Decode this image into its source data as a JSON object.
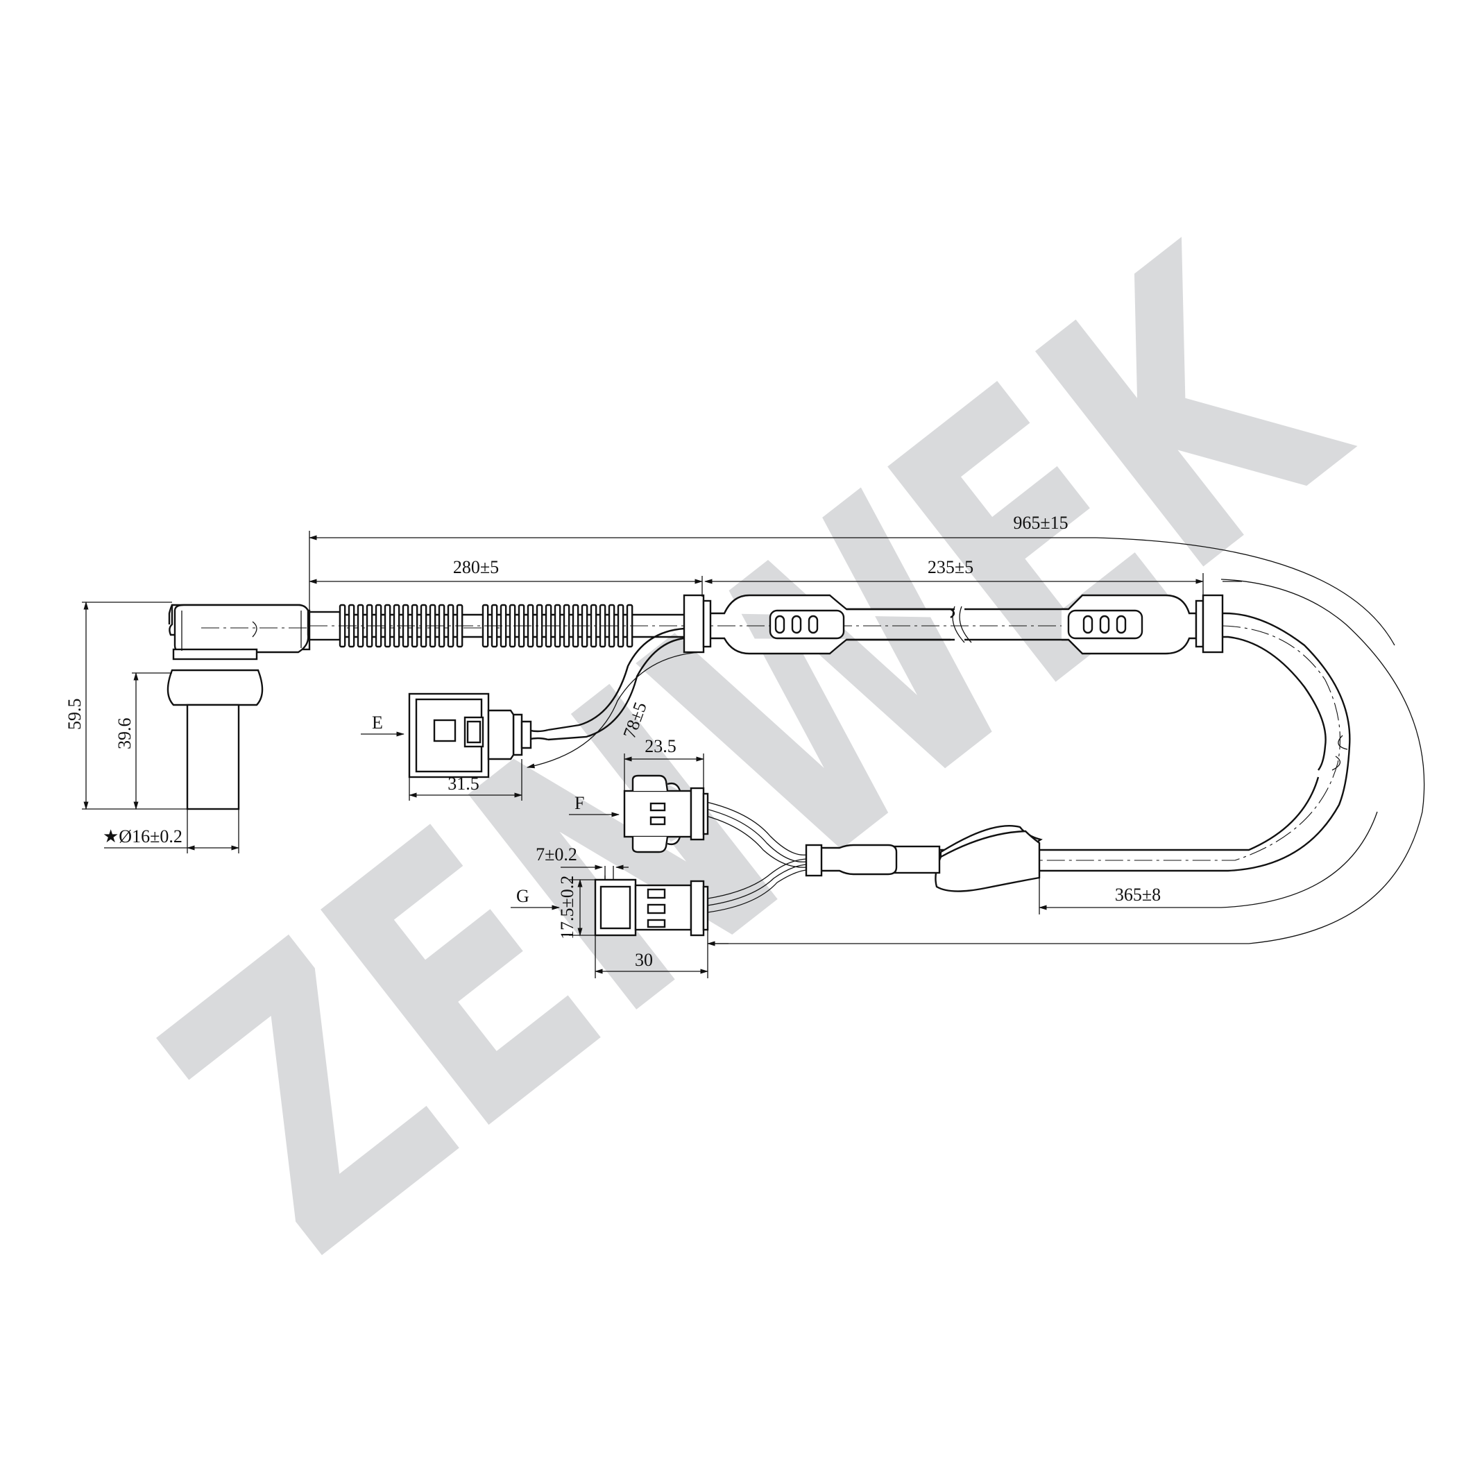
{
  "watermark": {
    "text": "ZENWEK",
    "color": "#d9dadc"
  },
  "line_color": "#111111",
  "dimensions": {
    "overall_length": "965±15",
    "sensor_to_clip": "280±5",
    "grommet_span": "235±5",
    "connector_e_branch": "78±5",
    "connector_e_length": "31.5",
    "connector_f_length": "23.5",
    "connector_g_length": "30",
    "connector_g_height": "17.5±0.2",
    "connector_g_depth": "7±0.2",
    "split_to_end": "365±8",
    "sensor_height": "59.5",
    "sensor_body_height": "39.6",
    "sensor_diameter": "★Ø16±0.2"
  },
  "connector_labels": {
    "e": "E",
    "f": "F",
    "g": "G"
  },
  "icons": [
    "arrow-icon",
    "star-icon"
  ]
}
